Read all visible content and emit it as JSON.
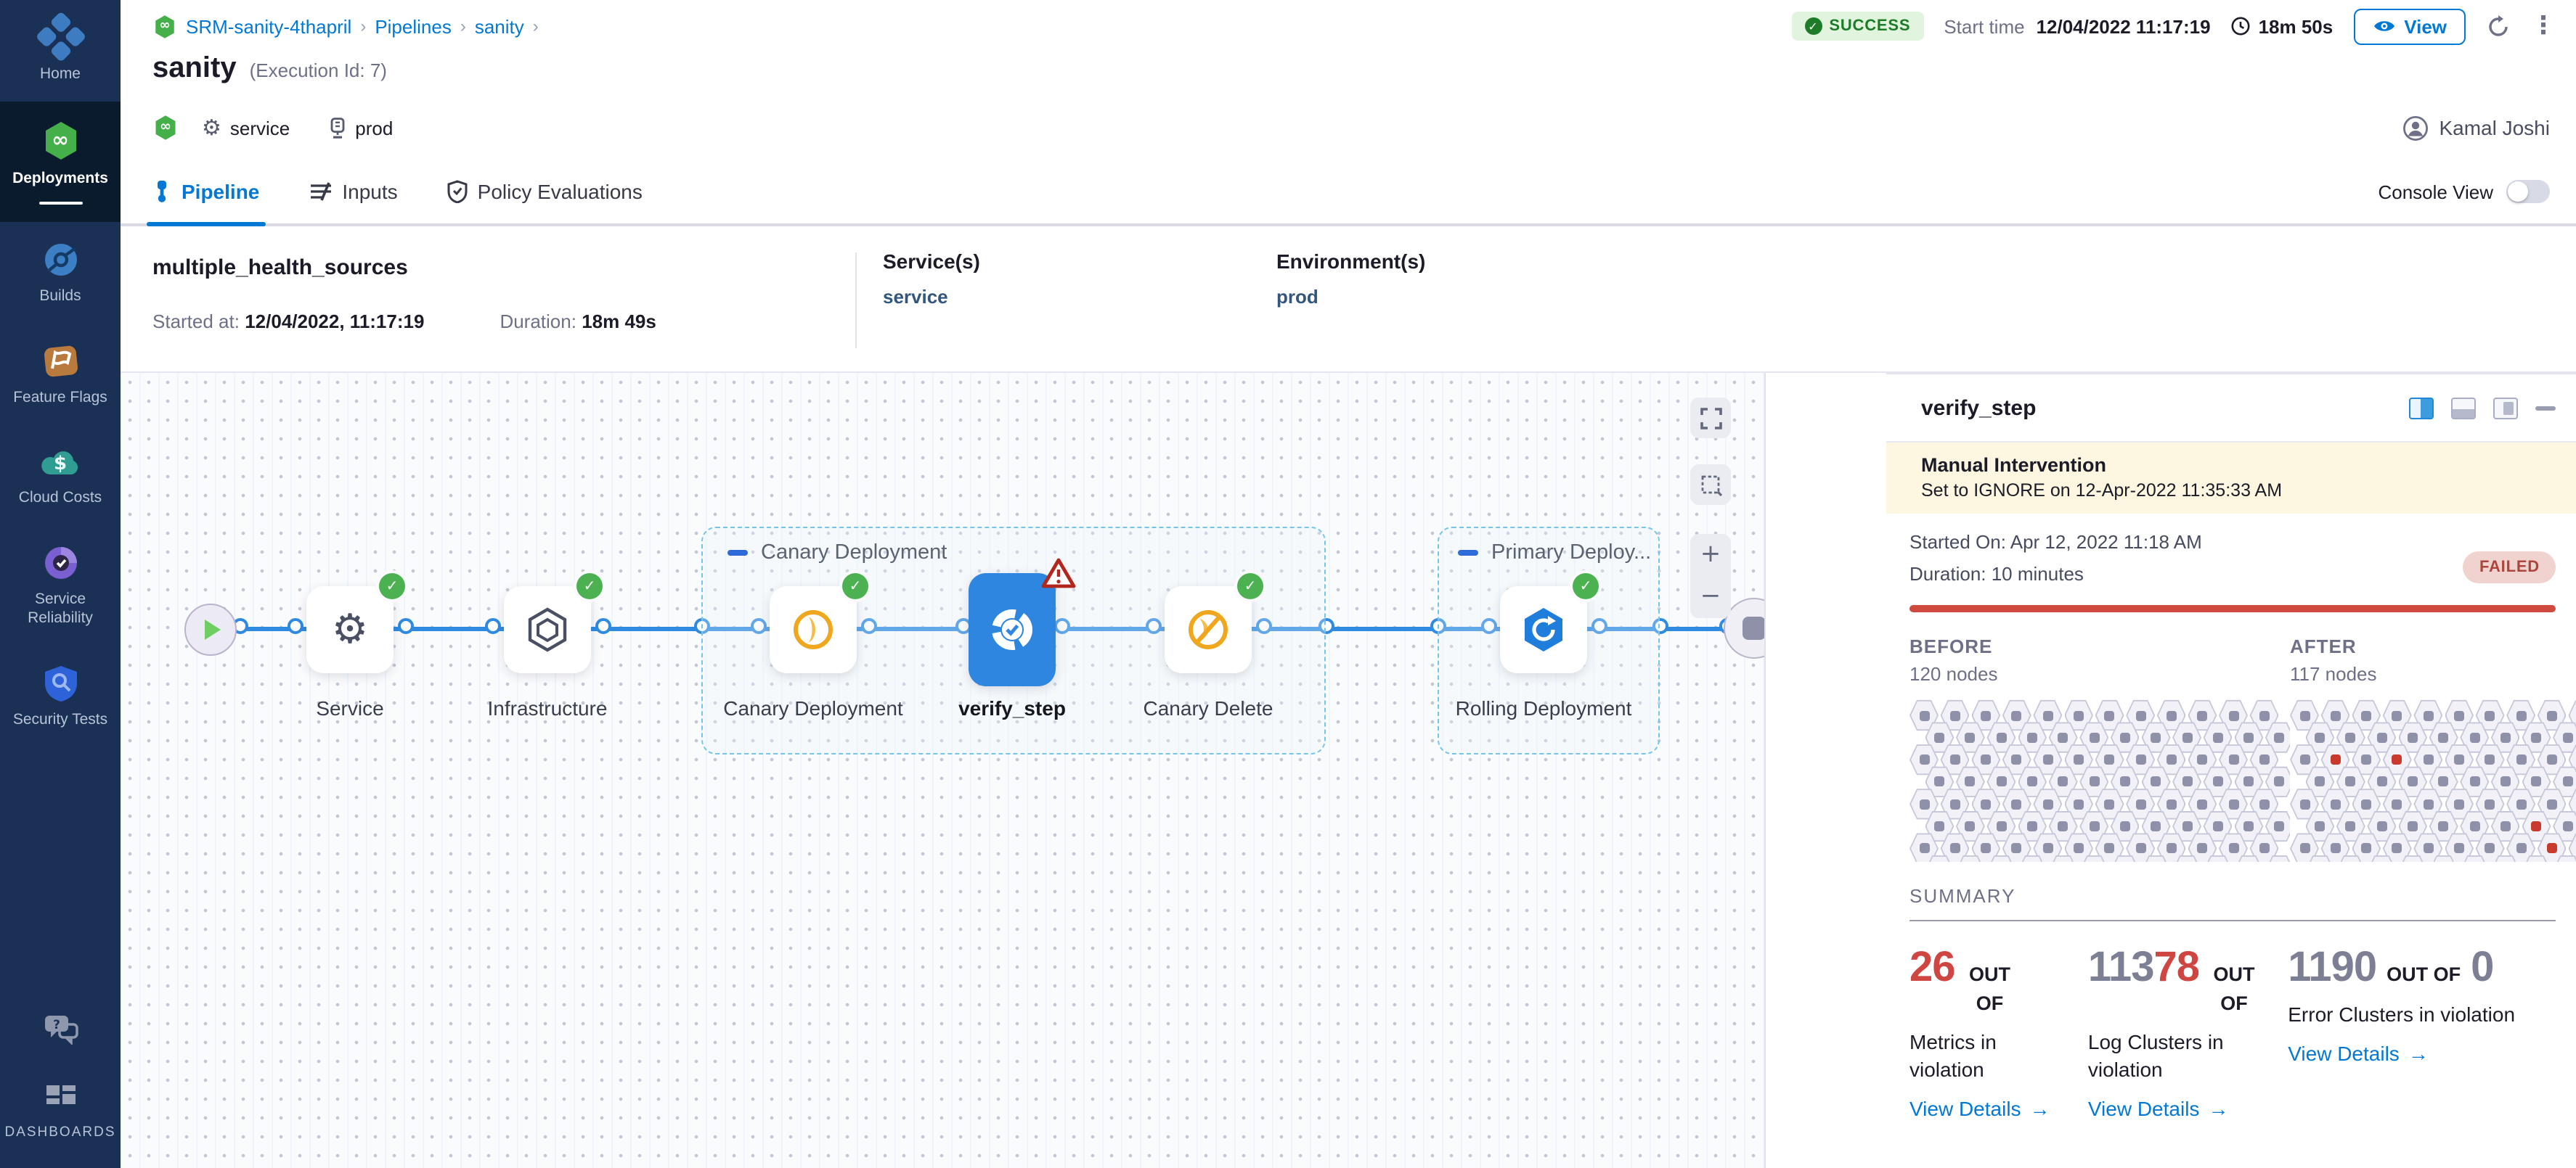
{
  "colors": {
    "accent": "#0278d5",
    "success_badge": "#1e7b27",
    "error": "#cf4542",
    "node_success": "#4cb150",
    "banner_bg": "#fdf6e0",
    "link_blue": "#2f8ae0"
  },
  "sidebar": {
    "items": [
      {
        "label": "Home",
        "active": false
      },
      {
        "label": "Deployments",
        "active": true
      },
      {
        "label": "Builds",
        "active": false
      },
      {
        "label": "Feature Flags",
        "active": false
      },
      {
        "label": "Cloud Costs",
        "active": false
      },
      {
        "label": "Service Reliability",
        "active": false
      },
      {
        "label": "Security Tests",
        "active": false
      }
    ],
    "dashboards_label": "DASHBOARDS"
  },
  "breadcrumb": {
    "items": [
      "SRM-sanity-4thapril",
      "Pipelines",
      "sanity"
    ]
  },
  "header": {
    "status_badge": "SUCCESS",
    "start_time_label": "Start time",
    "start_time": "12/04/2022 11:17:19",
    "elapsed": "18m 50s",
    "view_button": "View",
    "title": "sanity",
    "execution_id": "(Execution Id: 7)",
    "service_chip": "service",
    "env_chip": "prod",
    "user_name": "Kamal Joshi"
  },
  "tabs": {
    "pipeline": "Pipeline",
    "inputs": "Inputs",
    "policy": "Policy Evaluations",
    "console_view": "Console View"
  },
  "stage": {
    "name": "multiple_health_sources",
    "started_label": "Started at:",
    "started_value": "12/04/2022, 11:17:19",
    "duration_label": "Duration:",
    "duration_value": "18m 49s",
    "services_label": "Service(s)",
    "service_value": "service",
    "environments_label": "Environment(s)",
    "environment_value": "prod"
  },
  "graph": {
    "groups": {
      "canary": "Canary Deployment",
      "primary": "Primary Deploy..."
    },
    "nodes": {
      "service": "Service",
      "infrastructure": "Infrastructure",
      "canary_deployment": "Canary Deployment",
      "verify": "verify_step",
      "canary_delete": "Canary Delete",
      "rolling": "Rolling Deployment"
    }
  },
  "panel": {
    "title": "verify_step",
    "banner_title": "Manual Intervention",
    "banner_subtitle": "Set to IGNORE on 12-Apr-2022 11:35:33 AM",
    "started": "Started On: Apr 12, 2022 11:18 AM",
    "duration": "Duration: 10 minutes",
    "status": "FAILED",
    "before": {
      "label": "BEFORE",
      "count_label": "120 nodes",
      "total": 120,
      "statuses": {}
    },
    "after": {
      "label": "AFTER",
      "count_label": "117 nodes",
      "total": 117,
      "statuses": {
        "21": "success",
        "25": "error",
        "27": "error",
        "67": "error",
        "80": "error"
      }
    },
    "summary_label": "SUMMARY",
    "summary": [
      {
        "value": "26",
        "out_of": "OUT OF",
        "label": "Metrics in violation",
        "link": "View Details"
      },
      {
        "value": "113",
        "value2": "78",
        "out_of": "OUT OF",
        "label": "Log Clusters in violation",
        "link": "View Details"
      },
      {
        "value": "1190",
        "out_of": "OUT OF",
        "value3": "0",
        "label": "Error Clusters in violation",
        "link": "View Details"
      }
    ]
  }
}
